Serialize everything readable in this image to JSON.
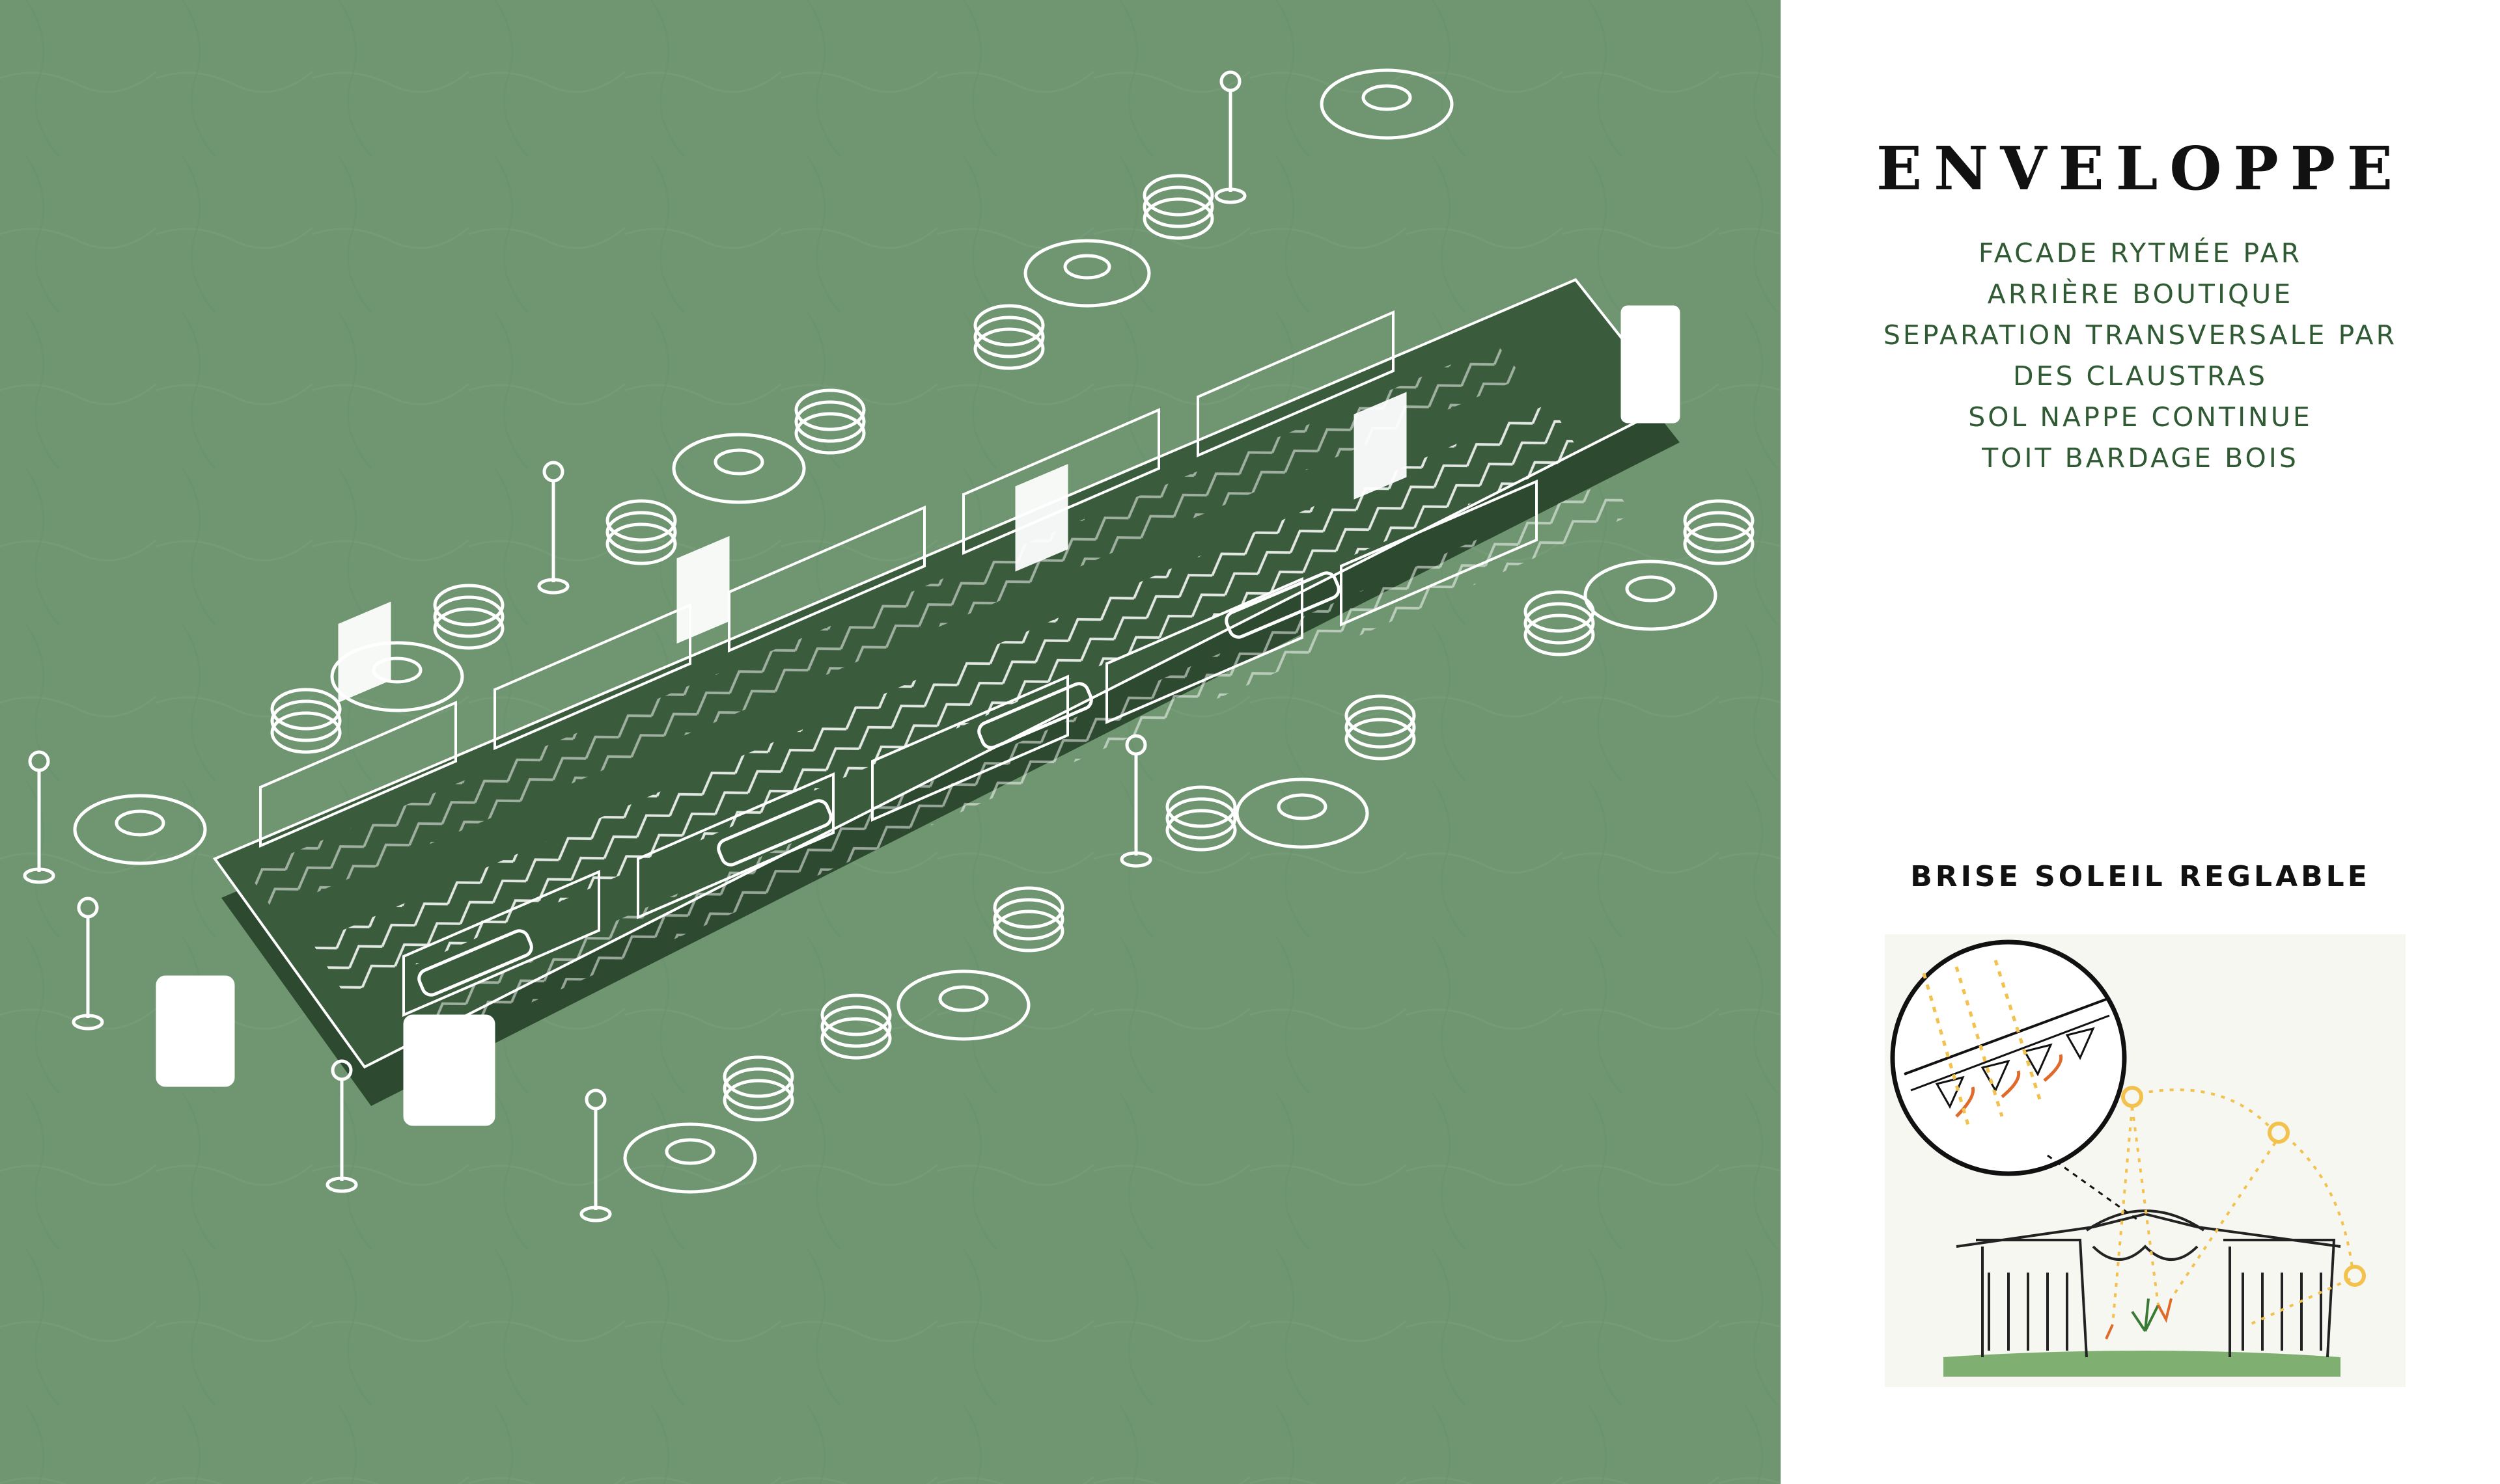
{
  "panel": {
    "title": "ENVELOPPE",
    "notes": [
      "FACADE RYTMÉE PAR",
      "ARRIÈRE BOUTIQUE",
      "SEPARATION TRANSVERSALE PAR",
      "DES CLAUSTRAS",
      "SOL NAPPE CONTINUE",
      "TOIT BARDAGE BOIS"
    ],
    "detail_title": "BRISE SOLEIL REGLABLE"
  },
  "colors": {
    "background_green": "#6f9671",
    "floor_dark": "#2d4a30",
    "line_white": "#ffffff",
    "note_green": "#2f5a33",
    "sun_yellow": "#f2c14e",
    "arrow_orange": "#e06a2c",
    "ground_green": "#6aa35a"
  },
  "icons": [
    "street-lamp-icon",
    "round-planter-icon",
    "stacked-bench-icon",
    "sun-icon"
  ]
}
